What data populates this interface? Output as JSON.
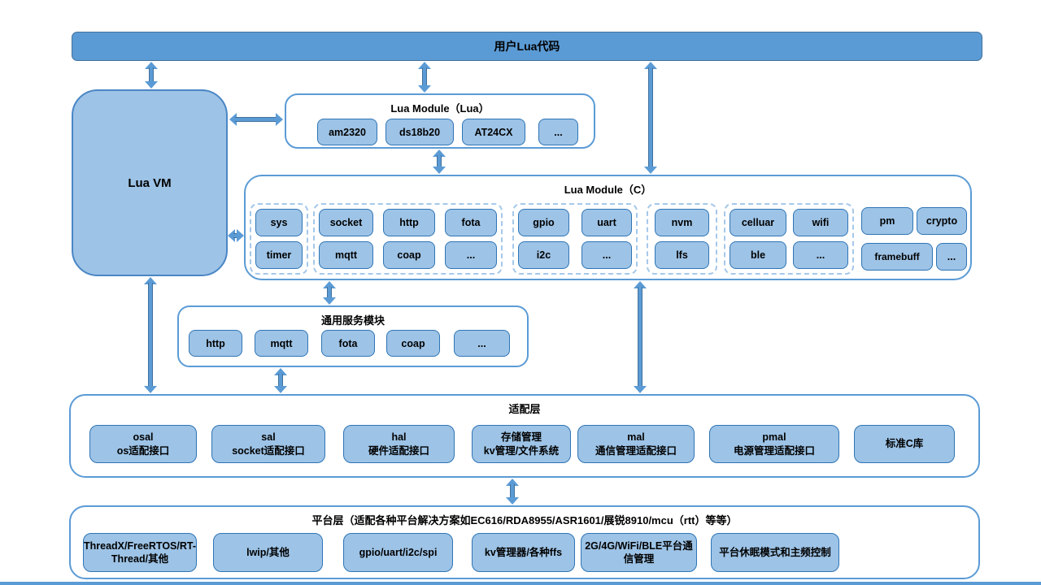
{
  "colors": {
    "banner_fill": "#5b9bd5",
    "box_fill": "#9dc3e6",
    "box_border": "#2e75b6",
    "container_border": "#5b9bd5",
    "arrow_fill": "#5b9bd5",
    "arrow_outline": "#41719c",
    "dashed_group_border": "#a5c8e9",
    "text": "#000000"
  },
  "top_bar": {
    "label": "用户Lua代码"
  },
  "lua_vm": {
    "label": "Lua VM"
  },
  "lua_module_lua": {
    "title": "Lua Module（Lua）",
    "items": [
      "am2320",
      "ds18b20",
      "AT24CX",
      "..."
    ]
  },
  "lua_module_c": {
    "title": "Lua Module（C）",
    "groups": [
      {
        "name": "core",
        "row1": [
          "sys"
        ],
        "row2": [
          "timer"
        ]
      },
      {
        "name": "network",
        "row1": [
          "socket",
          "http",
          "fota"
        ],
        "row2": [
          "mqtt",
          "coap",
          "..."
        ]
      },
      {
        "name": "peripheral",
        "row1": [
          "gpio",
          "uart"
        ],
        "row2": [
          "i2c",
          "..."
        ]
      },
      {
        "name": "storage",
        "row1": [
          "nvm"
        ],
        "row2": [
          "lfs"
        ]
      },
      {
        "name": "wireless",
        "row1": [
          "celluar",
          "wifi"
        ],
        "row2": [
          "ble",
          "..."
        ]
      },
      {
        "name": "misc",
        "row1": [
          "pm",
          "crypto"
        ],
        "row2": [
          "framebuff",
          "..."
        ]
      }
    ]
  },
  "common_services": {
    "title": "通用服务模块",
    "items": [
      "http",
      "mqtt",
      "fota",
      "coap",
      "..."
    ]
  },
  "adapter_layer": {
    "title": "适配层",
    "items": [
      {
        "line1": "osal",
        "line2": "os适配接口"
      },
      {
        "line1": "sal",
        "line2": "socket适配接口"
      },
      {
        "line1": "hal",
        "line2": "硬件适配接口"
      },
      {
        "line1": "存储管理",
        "line2": "kv管理/文件系统"
      },
      {
        "line1": "mal",
        "line2": "通信管理适配接口"
      },
      {
        "line1": "pmal",
        "line2": "电源管理适配接口"
      },
      {
        "line1": "标准C库",
        "line2": ""
      }
    ]
  },
  "platform_layer": {
    "title": "平台层（适配各种平台解决方案如EC616/RDA8955/ASR1601/展锐8910/mcu（rtt）等等）",
    "items": [
      "ThreadX/FreeRTOS/RT-Thread/其他",
      "lwip/其他",
      "gpio/uart/i2c/spi",
      "kv管理器/各种ffs",
      "2G/4G/WiFi/BLE平台通信管理",
      "平台休眠模式和主频控制"
    ]
  }
}
